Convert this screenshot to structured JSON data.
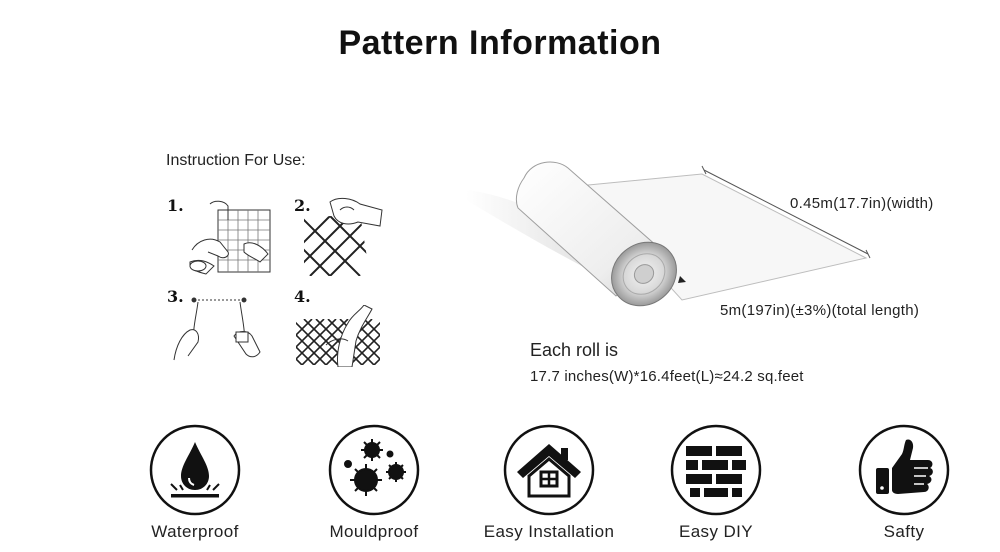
{
  "header": {
    "title": "Pattern Information"
  },
  "instructions": {
    "title": "Instruction For Use:",
    "steps": [
      {
        "number": "1."
      },
      {
        "number": "2."
      },
      {
        "number": "3."
      },
      {
        "number": "4."
      }
    ]
  },
  "roll": {
    "width_label": "0.45m(17.7in)(width)",
    "length_label": "5m(197in)(±3%)(total length)",
    "heading": "Each roll is",
    "spec": "17.7 inches(W)*16.4feet(L)≈24.2 sq.feet"
  },
  "features": [
    {
      "label": "Waterproof",
      "icon": "water-drop-icon"
    },
    {
      "label": "Mouldproof",
      "icon": "mould-spores-icon"
    },
    {
      "label": "Easy Installation",
      "icon": "house-icon"
    },
    {
      "label": "Easy DIY",
      "icon": "brick-wall-icon"
    },
    {
      "label": "Safty",
      "icon": "thumbs-up-icon"
    }
  ]
}
